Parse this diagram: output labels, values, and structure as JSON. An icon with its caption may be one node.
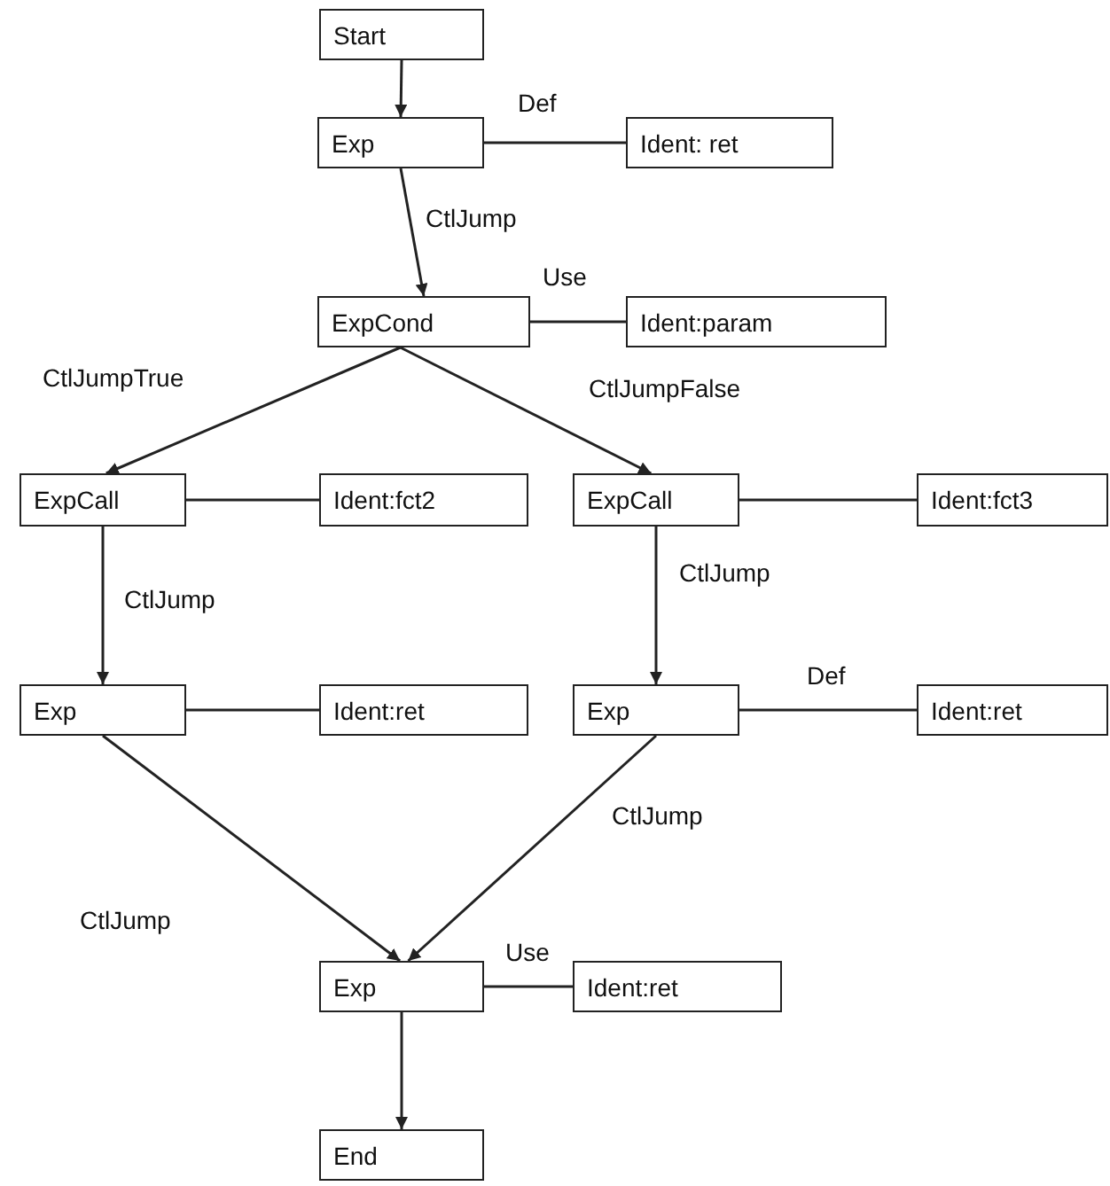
{
  "diagram": {
    "nodes": [
      {
        "text": [
          "Start"
        ]
      },
      {
        "text": [
          "Exp"
        ]
      },
      {
        "text": [
          "Ident: ret"
        ]
      },
      {
        "text": [
          "ExpCond"
        ]
      },
      {
        "text": [
          "Ident:param"
        ]
      },
      {
        "text": [
          "ExpCall"
        ]
      },
      {
        "text": [
          "Ident:fct2"
        ]
      },
      {
        "text": [
          "ExpCall"
        ]
      },
      {
        "text": [
          "Ident:fct3"
        ]
      },
      {
        "text": [
          "Exp"
        ]
      },
      {
        "text": [
          "Ident:ret"
        ]
      },
      {
        "text": [
          "Exp"
        ]
      },
      {
        "text": [
          "Ident:ret"
        ]
      },
      {
        "text": [
          "Exp"
        ]
      },
      {
        "text": [
          "Ident:ret"
        ]
      },
      {
        "text": [
          "End"
        ]
      }
    ],
    "edges": [
      {
        "from": 0,
        "to": 1,
        "arrow": "to"
      },
      {
        "from": 1,
        "to": 2,
        "arrow": "none",
        "label": "Def"
      },
      {
        "from": 1,
        "to": 3,
        "arrow": "to",
        "label": "CtlJump"
      },
      {
        "from": 3,
        "to": 4,
        "arrow": "none",
        "label": "Use"
      },
      {
        "from": 3,
        "to": 5,
        "arrow": "to",
        "label": "CtlJumpTrue"
      },
      {
        "from": 3,
        "to": 7,
        "arrow": "to",
        "label": "CtlJumpFalse"
      },
      {
        "from": 5,
        "to": 6,
        "arrow": "none"
      },
      {
        "from": 7,
        "to": 8,
        "arrow": "none"
      },
      {
        "from": 5,
        "to": 9,
        "arrow": "to",
        "label": "CtlJump"
      },
      {
        "from": 7,
        "to": 11,
        "arrow": "to",
        "label": "CtlJump"
      },
      {
        "from": 9,
        "to": 10,
        "arrow": "none"
      },
      {
        "from": 11,
        "to": 12,
        "arrow": "none",
        "label": "Def"
      },
      {
        "from": 9,
        "to": 13,
        "arrow": "to",
        "label": "CtlJump"
      },
      {
        "from": 11,
        "to": 13,
        "arrow": "to",
        "label": "CtlJump"
      },
      {
        "from": 13,
        "to": 14,
        "arrow": "none",
        "label": "Use"
      },
      {
        "from": 13,
        "to": 15,
        "arrow": "to"
      }
    ]
  }
}
